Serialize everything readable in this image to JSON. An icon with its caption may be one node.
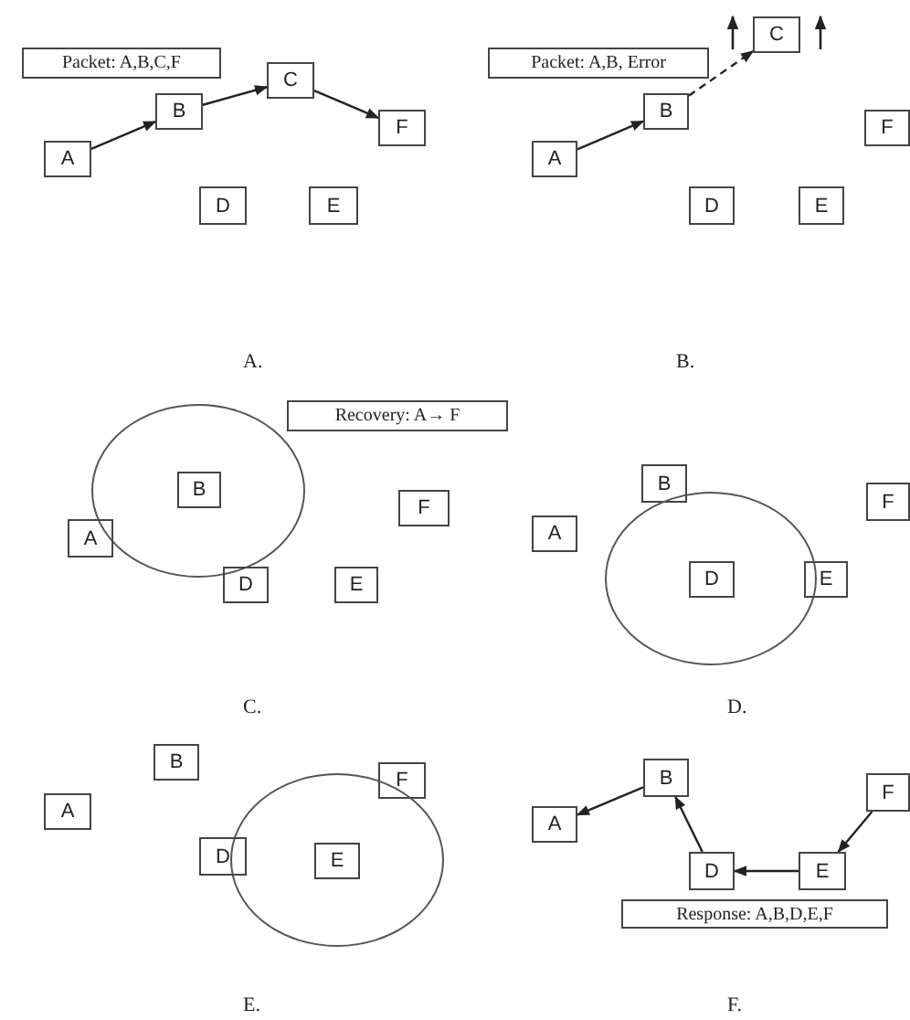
{
  "diagram": {
    "nodes": [
      {
        "text": [
          "Packet: A,B,C,F"
        ]
      },
      {
        "text": [
          "C"
        ]
      },
      {
        "text": [
          "B"
        ]
      },
      {
        "text": [
          "A"
        ]
      },
      {
        "text": [
          "F"
        ]
      },
      {
        "text": [
          "D"
        ]
      },
      {
        "text": [
          "E"
        ]
      },
      {
        "text": [
          "C"
        ]
      },
      {
        "text": [
          "Packet: A,B, Error"
        ]
      },
      {
        "text": [
          "B"
        ]
      },
      {
        "text": [
          "A"
        ]
      },
      {
        "text": [
          "F"
        ]
      },
      {
        "text": [
          "D"
        ]
      },
      {
        "text": [
          "E"
        ]
      },
      {
        "text": [
          "Recovery: A→ F"
        ]
      },
      {
        "text": [],
        "shape": "circle"
      },
      {
        "text": [
          "B"
        ],
        "in": 15
      },
      {
        "text": [
          "F"
        ]
      },
      {
        "text": [
          "A"
        ]
      },
      {
        "text": [
          "D"
        ]
      },
      {
        "text": [
          "E"
        ]
      },
      {
        "text": [
          "B"
        ]
      },
      {
        "text": [
          "F"
        ]
      },
      {
        "text": [
          "A"
        ]
      },
      {
        "text": [],
        "shape": "circle"
      },
      {
        "text": [
          "D"
        ],
        "in": 24
      },
      {
        "text": [
          "E"
        ]
      },
      {
        "text": [
          "B"
        ]
      },
      {
        "text": [
          "F"
        ]
      },
      {
        "text": [
          "A"
        ]
      },
      {
        "text": [],
        "shape": "circle"
      },
      {
        "text": [
          "D"
        ]
      },
      {
        "text": [
          "E"
        ],
        "in": 30
      },
      {
        "text": [
          "B"
        ]
      },
      {
        "text": [
          "F"
        ]
      },
      {
        "text": [
          "A"
        ]
      },
      {
        "text": [
          "D"
        ]
      },
      {
        "text": [
          "E"
        ]
      },
      {
        "text": [
          "Response: A,B,D,E,F"
        ]
      }
    ],
    "edges": [
      {
        "from": 3,
        "to": 2,
        "arrow": "to"
      },
      {
        "from": 2,
        "to": 1,
        "arrow": "to"
      },
      {
        "from": 1,
        "to": 4,
        "arrow": "to"
      },
      {
        "from": 10,
        "to": 9,
        "arrow": "to"
      },
      {
        "from": 9,
        "to": 7,
        "arrow": "to",
        "style": "dashed"
      },
      {
        "from": 33,
        "to": 35,
        "arrow": "to"
      },
      {
        "from": 36,
        "to": 33,
        "arrow": "to"
      },
      {
        "from": 37,
        "to": 36,
        "arrow": "to"
      },
      {
        "from": 34,
        "to": 37,
        "arrow": "to"
      }
    ],
    "labels": [
      "A.",
      "B.",
      "C.",
      "D.",
      "E.",
      "F."
    ]
  }
}
